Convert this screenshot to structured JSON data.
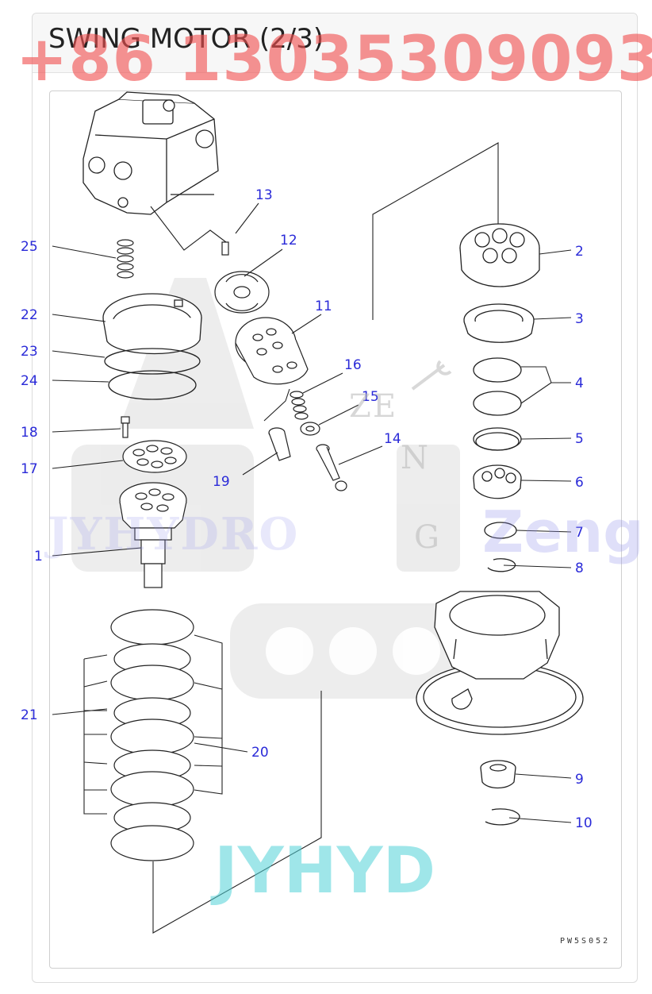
{
  "title": "SWING MOTOR (2/3)",
  "drawing_code": "PW5S052",
  "watermarks": {
    "phone": "+86 13035309093",
    "brand": "JYHYD",
    "side_brand": "Zeng",
    "faint_brand": "JYHYDRO",
    "logo_letters": [
      "Z",
      "E",
      "N",
      "G"
    ]
  },
  "callouts": [
    "1",
    "2",
    "3",
    "4",
    "5",
    "6",
    "7",
    "8",
    "9",
    "10",
    "11",
    "12",
    "13",
    "14",
    "15",
    "16",
    "17",
    "18",
    "19",
    "20",
    "21",
    "22",
    "23",
    "24",
    "25"
  ],
  "colors": {
    "callout": "#2a2ad8",
    "line": "#222222",
    "phone_watermark": "#f05050",
    "brand_watermark": "#50d2d7"
  }
}
